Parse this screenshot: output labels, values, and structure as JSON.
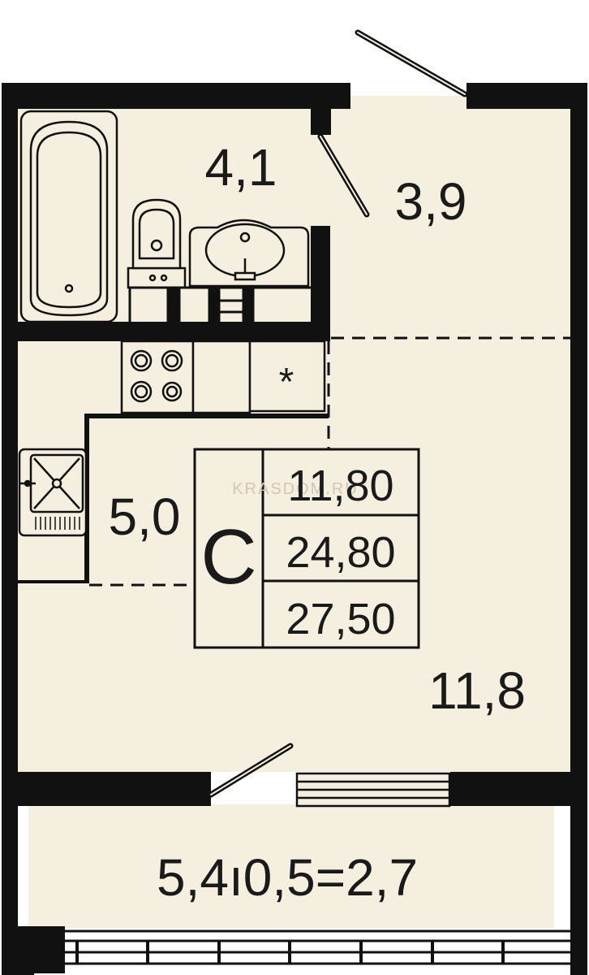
{
  "colors": {
    "wall": "#111111",
    "floor": "#f4efdf",
    "fixture_line": "#111111"
  },
  "rooms": {
    "bathroom": "4,1",
    "hallway": "3,9",
    "kitchen": "5,0",
    "living_room": "11,8",
    "balcony": "5,4ı0,5=2,7"
  },
  "summary": {
    "type_letter": "С",
    "living_area": "11,80",
    "total_area": "24,80",
    "total_with_balcony": "27,50"
  },
  "watermark": "KRASDOM.RU",
  "fixtures": {
    "bathtub": "bathtub-icon",
    "toilet": "toilet-icon",
    "sink": "sink-icon",
    "stove": "stove-icon",
    "fridge": "fridge-icon",
    "kitchen_sink": "kitchen-sink-icon",
    "fridge_symbol": "*"
  }
}
